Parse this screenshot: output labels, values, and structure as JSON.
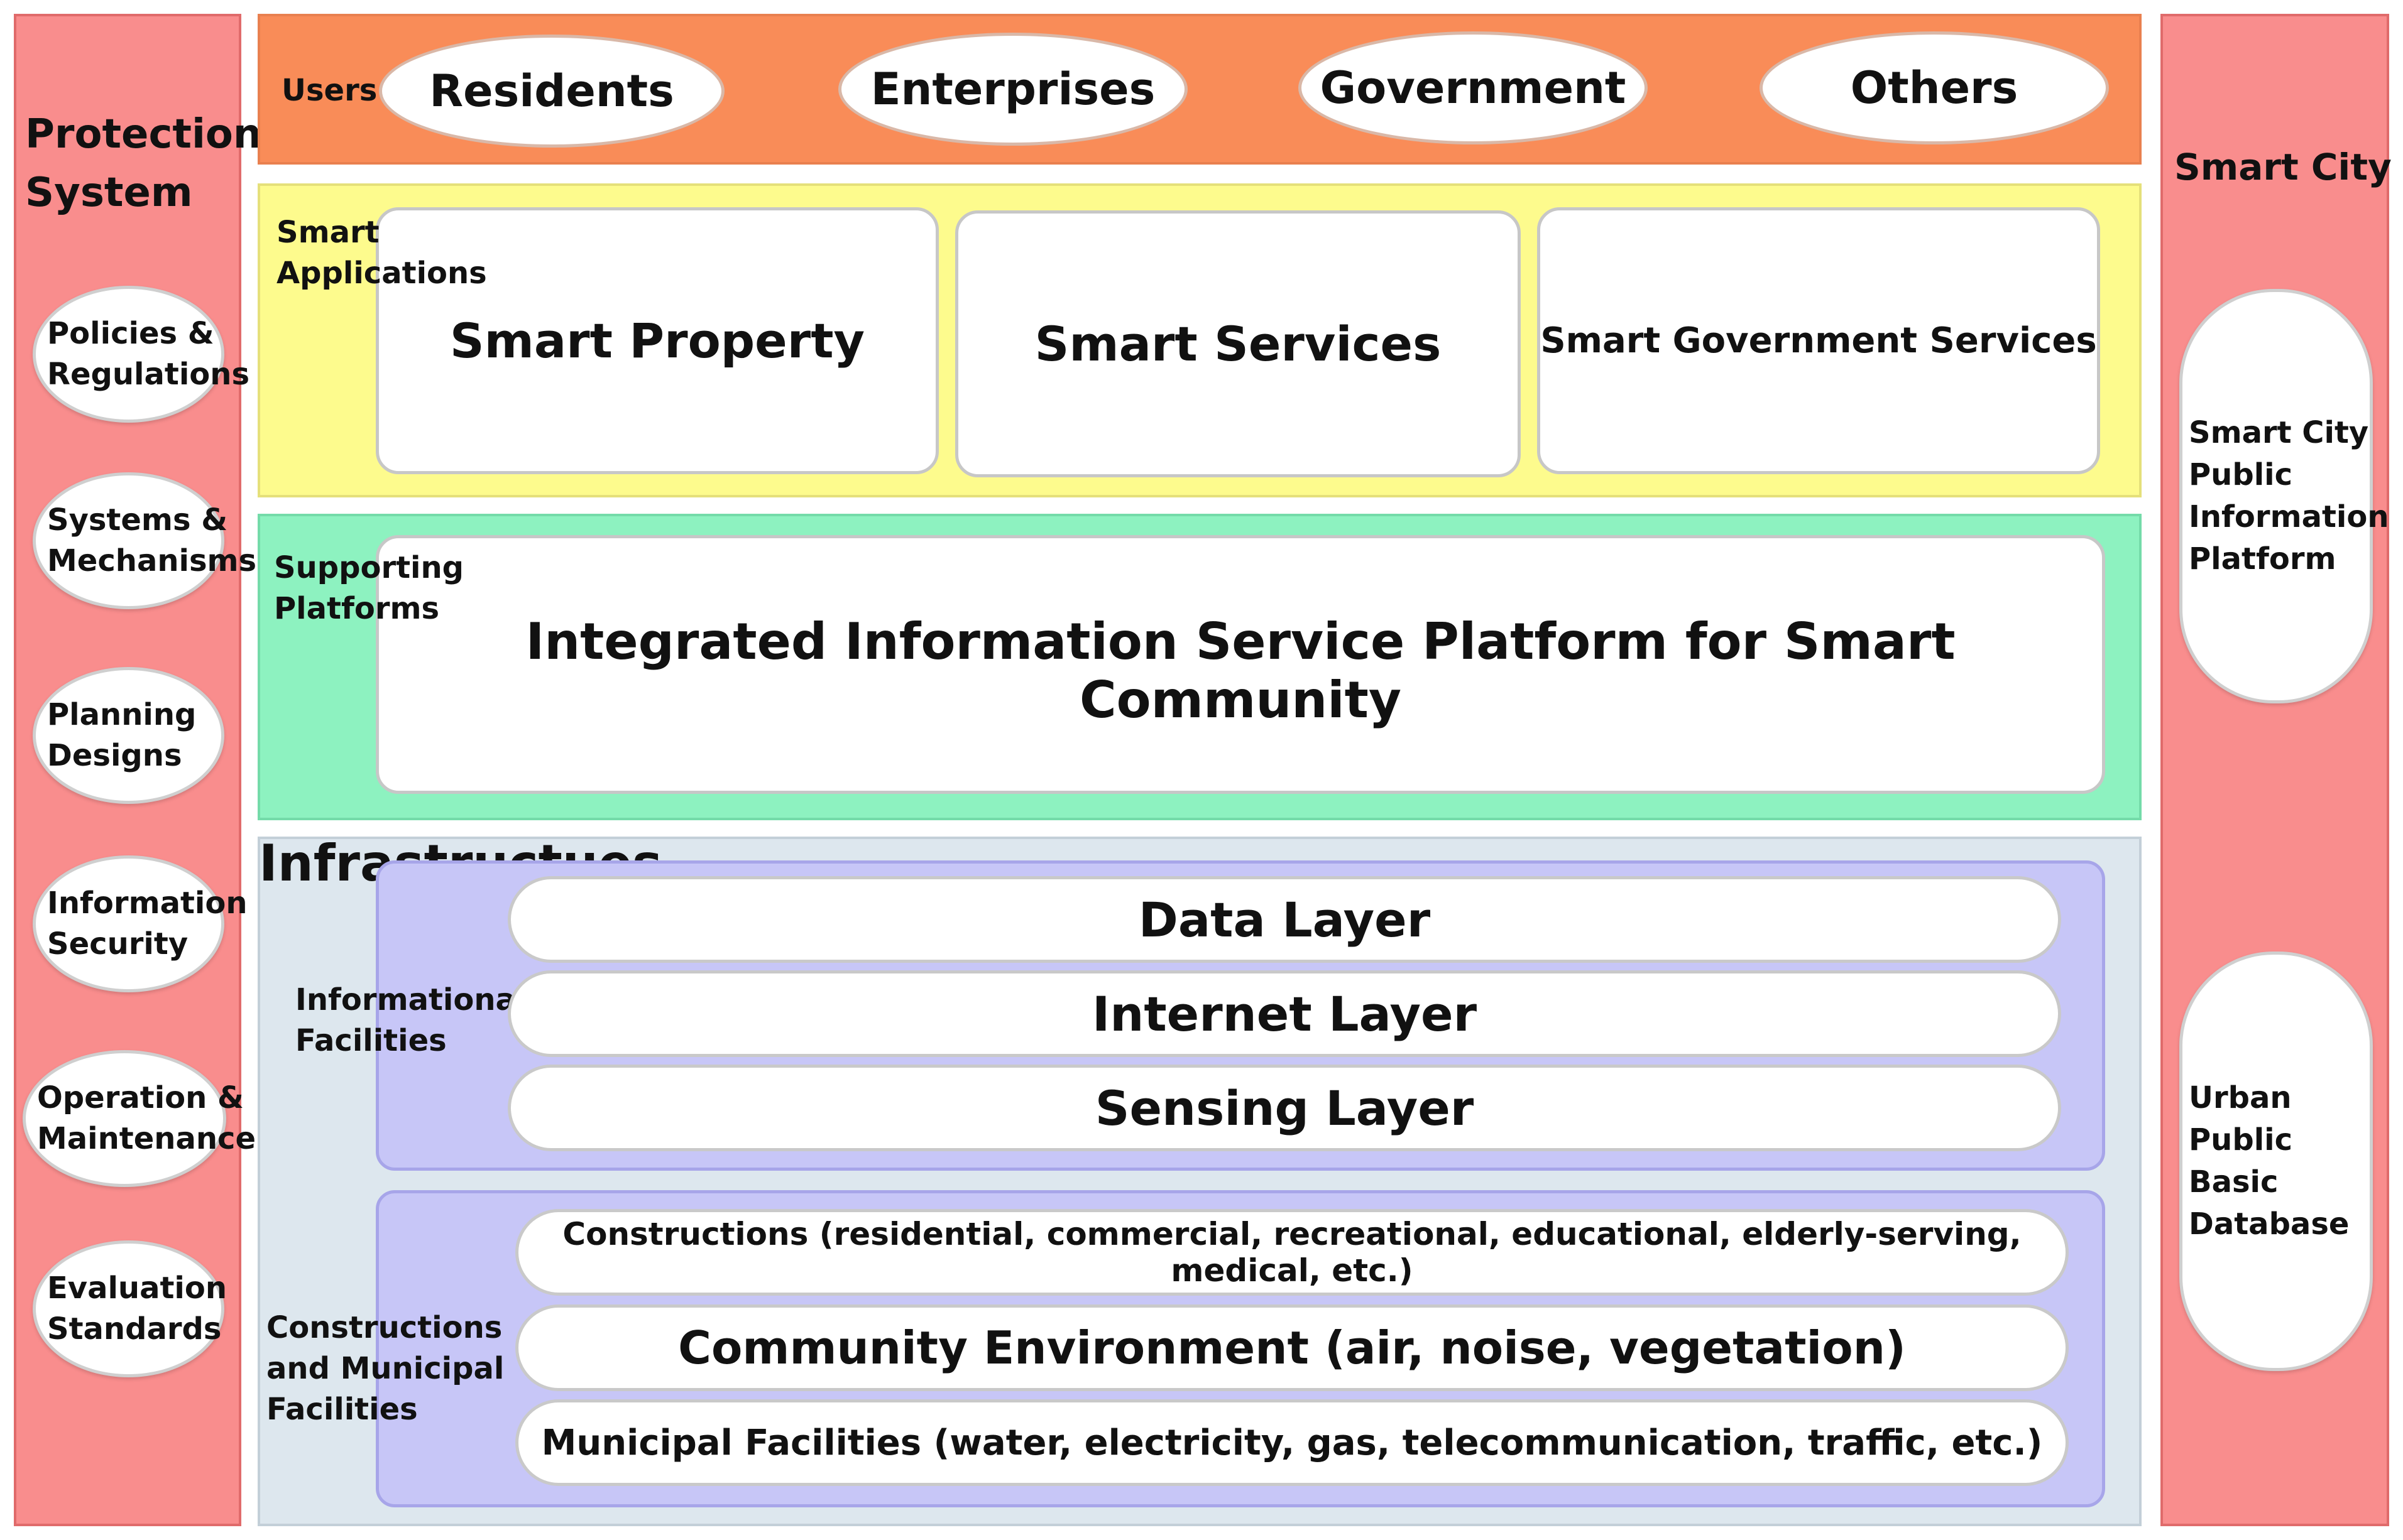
{
  "protection": {
    "title": "Protection System",
    "items": [
      "Policies & Regulations",
      "Systems & Mechanisms",
      "Planning Designs",
      "Information Security",
      "Operation & Maintenance",
      "Evaluation Standards"
    ]
  },
  "users": {
    "label": "Users",
    "items": [
      "Residents",
      "Enterprises",
      "Government",
      "Others"
    ]
  },
  "smart_applications": {
    "label": "Smart Applications",
    "items": [
      "Smart Property",
      "Smart Services",
      "Smart Government Services"
    ]
  },
  "supporting_platforms": {
    "label": "Supporting Platforms",
    "platform": "Integrated Information Service Platform for Smart Community"
  },
  "infrastructures": {
    "title": "Infrastructues",
    "informational": {
      "label": "Informational Facilities",
      "layers": [
        "Data Layer",
        "Internet Layer",
        "Sensing Layer"
      ]
    },
    "constructions": {
      "label": "Constructions and Municipal Facilities",
      "items": [
        "Constructions (residential, commercial, recreational, educational, elderly-serving, medical, etc.)",
        "Community Environment (air, noise, vegetation)",
        "Municipal Facilities (water, electricity, gas, telecommunication, traffic, etc.)"
      ]
    }
  },
  "smart_city": {
    "title": "Smart City",
    "items": [
      "Smart City Public Information Platform",
      "Urban Public Basic Database"
    ]
  }
}
